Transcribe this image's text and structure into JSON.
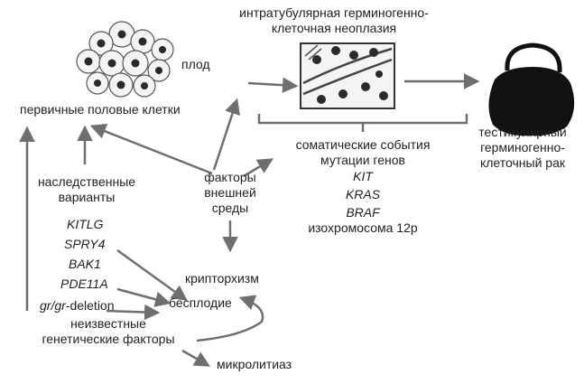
{
  "labels": {
    "itgcn_line1": "интратубулярная герминогенно-",
    "itgcn_line2": "клеточная неоплазия",
    "fetus": "плод",
    "pgc": "первичные половые клетки",
    "somatic_line1": "соматические события",
    "somatic_line2": "мутации генов",
    "gene_kit": "KIT",
    "gene_kras": "KRAS",
    "gene_braf": "BRAF",
    "isochromosome": "изохромосома 12p",
    "tgct_line1": "тестикулярный",
    "tgct_line2": "герминогенно-",
    "tgct_line3": "клеточный рак",
    "hereditary_line1": "наследственные",
    "hereditary_line2": "варианты",
    "env_line1": "факторы",
    "env_line2": "внешней",
    "env_line3": "среды",
    "gene_kitlg": "KITLG",
    "gene_spry4": "SPRY4",
    "gene_bak1": "BAK1",
    "gene_pde11a": "PDE11A",
    "grgr_italic": "gr/gr",
    "grgr_rest": "-deletion",
    "unknown_line1": "неизвестные",
    "unknown_line2": "генетические факторы",
    "cryptorchidism": "крипторхизм",
    "infertility": "бесплодие",
    "microlithiasis": "микролитиаз"
  },
  "colors": {
    "text": "#222222",
    "arrow": "#6f6f6f",
    "cell_fill": "#f4f4f4",
    "cell_nucleus": "#2a2a2a",
    "tumor_fill": "#111111"
  }
}
